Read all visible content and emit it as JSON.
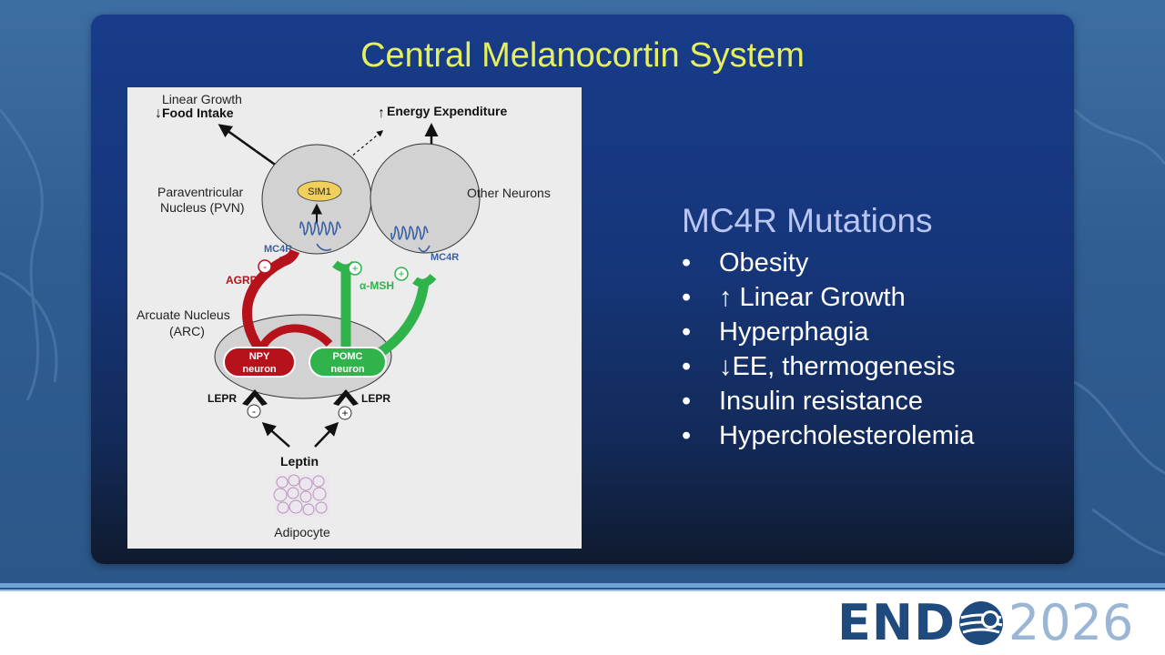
{
  "slide": {
    "title": "Central Melanocortin System"
  },
  "diagram": {
    "top_left_line1": "Linear Growth",
    "top_left_line2": "Food Intake",
    "top_right": "Energy Expenditure",
    "pvn_line1": "Paraventricular",
    "pvn_line2": "Nucleus (PVN)",
    "sim1": "SIM1",
    "other_neurons": "Other Neurons",
    "mc4r_left": "MC4R",
    "mc4r_right": "MC4R",
    "agrp": "AGRP",
    "amsh": "α-MSH",
    "minus": "-",
    "plus": "+",
    "arc_line1": "Arcuate Nucleus",
    "arc_line2": "(ARC)",
    "npy_line1": "NPY",
    "npy_line2": "neuron",
    "pomc_line1": "POMC",
    "pomc_line2": "neuron",
    "lepr_left": "LEPR",
    "lepr_right": "LEPR",
    "leptin": "Leptin",
    "adipocyte": "Adipocyte",
    "colors": {
      "red": "#b5121b",
      "green": "#2fb34a",
      "mc4r_text": "#3a5fa0",
      "sim1_fill": "#f0cf5a"
    }
  },
  "list": {
    "heading": "MC4R Mutations",
    "bullet": "•",
    "items": [
      {
        "text": "Obesity"
      },
      {
        "text": "↑ Linear Growth"
      },
      {
        "text": "Hyperphagia"
      },
      {
        "text": "↓EE, thermogenesis"
      },
      {
        "text": "Insulin resistance"
      },
      {
        "text": "Hypercholesterolemia"
      }
    ]
  },
  "footer": {
    "logo_text": "END",
    "logo_year": "2026"
  }
}
